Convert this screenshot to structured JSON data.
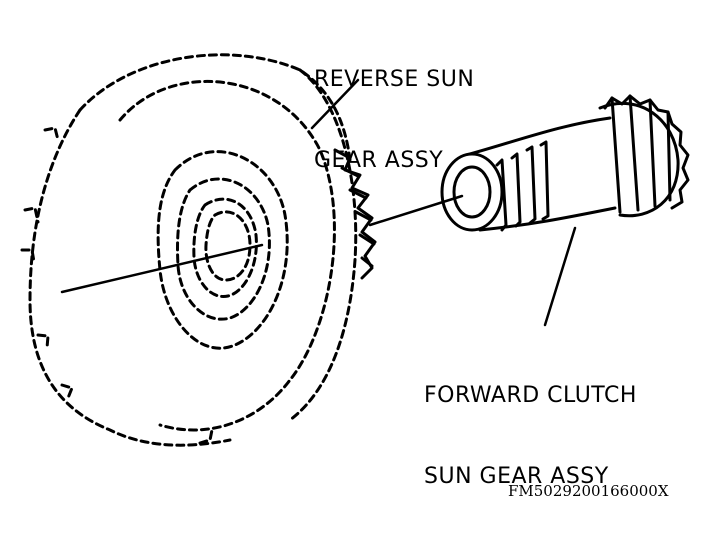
{
  "labels": {
    "reverse_sun": {
      "line1": "REVERSE SUN",
      "line2": "GEAR ASSY"
    },
    "forward_clutch": {
      "line1": "FORWARD CLUTCH",
      "line2": "SUN GEAR ASSY"
    }
  },
  "figure_code": "FM5029200166000X",
  "colors": {
    "ink": "#000000",
    "paper": "#ffffff"
  }
}
